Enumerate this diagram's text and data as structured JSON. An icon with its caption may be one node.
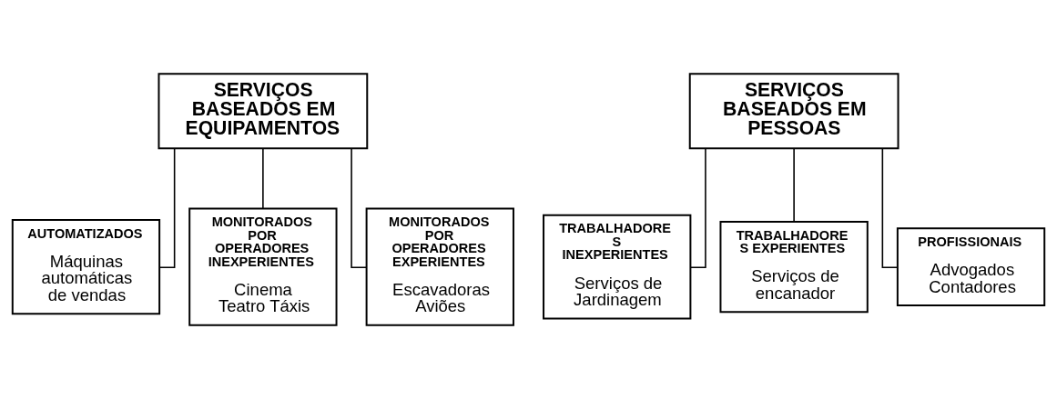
{
  "diagram": {
    "nodes": [
      {
        "text": [
          "SERVIÇOS BASEADOS EM EQUIPAMENTOS"
        ]
      },
      {
        "text": [
          "SERVIÇOS BASEADOS EM PESSOAS"
        ]
      },
      {
        "text": [
          "AUTOMATIZADOS",
          "Máquinas automáticas de vendas"
        ]
      },
      {
        "text": [
          "MONITORADOS POR OPERADORES INEXPERIENTES",
          "Cinema Teatro Táxis"
        ]
      },
      {
        "text": [
          "MONITORADOS POR OPERADORES EXPERIENTES",
          "Escavadoras Aviões"
        ]
      },
      {
        "text": [
          "TRABALHADORE S INEXPERIENTES",
          "Serviços de Jardinagem"
        ]
      },
      {
        "text": [
          "TRABALHADORE S EXPERIENTES",
          "Serviços de encanador"
        ]
      },
      {
        "text": [
          "PROFISSIONAIS",
          "Advogados Contadores"
        ]
      }
    ],
    "edges": [
      {
        "from": 0,
        "to": 2,
        "arrow": "none"
      },
      {
        "from": 0,
        "to": 3,
        "arrow": "none"
      },
      {
        "from": 0,
        "to": 4,
        "arrow": "none"
      },
      {
        "from": 1,
        "to": 5,
        "arrow": "none"
      },
      {
        "from": 1,
        "to": 6,
        "arrow": "none"
      },
      {
        "from": 1,
        "to": 7,
        "arrow": "none"
      }
    ]
  }
}
